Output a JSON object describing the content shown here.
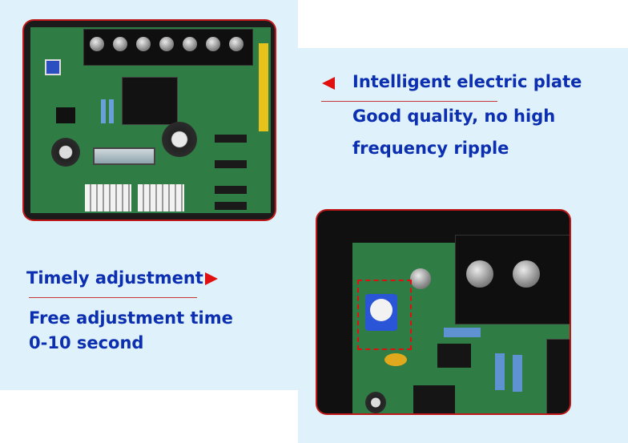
{
  "right_heading": "Intelligent electric plate",
  "right_desc_line1": "Good quality, no high",
  "right_desc_line2": "frequency ripple",
  "left_heading": "Timely adjustment",
  "left_desc_line1": "Free adjustment time",
  "left_desc_line2": "0-10 second",
  "colors": {
    "text": "#0b2fb0",
    "accent": "#e01010",
    "background": "#dff1fa"
  },
  "icons": {
    "right_marker": "triangle-left-icon",
    "left_marker": "triangle-right-icon"
  }
}
